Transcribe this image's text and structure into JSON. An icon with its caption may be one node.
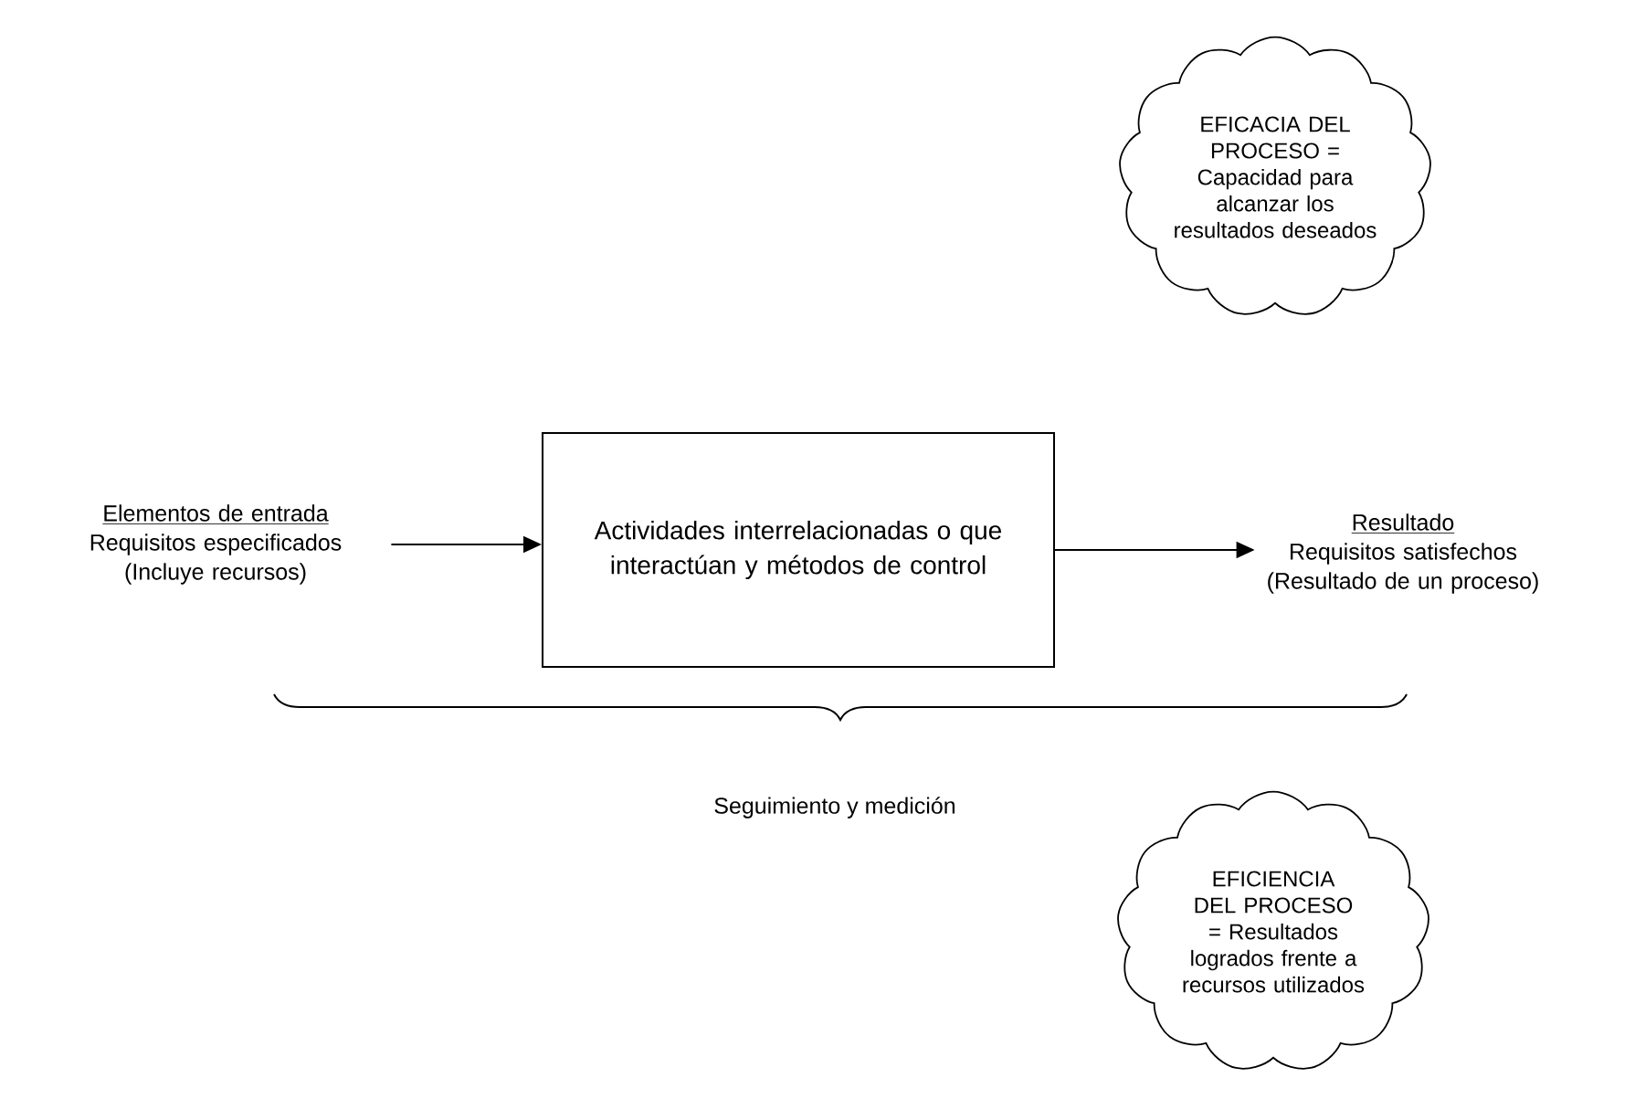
{
  "diagram": {
    "nodes": [
      {
        "text": [
          "Elementos de entrada",
          "Requisitos especificados (Incluye recursos)"
        ]
      },
      {
        "text": [
          "Actividades interrelacionadas o que interactúan y métodos de control"
        ]
      },
      {
        "text": [
          "Resultado",
          "Requisitos satisfechos (Resultado de un proceso)"
        ]
      },
      {
        "text": [
          "EFICACIA DEL PROCESO = Capacidad para alcanzar los resultados deseados"
        ]
      },
      {
        "text": [
          "EFICIENCIA DEL PROCESO = Resultados logrados frente a recursos utilizados"
        ]
      }
    ],
    "edges": [
      {
        "from": 0,
        "to": 1,
        "arrow": "to"
      },
      {
        "from": 1,
        "to": 2,
        "arrow": "to"
      }
    ],
    "labels": [
      "Seguimiento y medición"
    ]
  }
}
